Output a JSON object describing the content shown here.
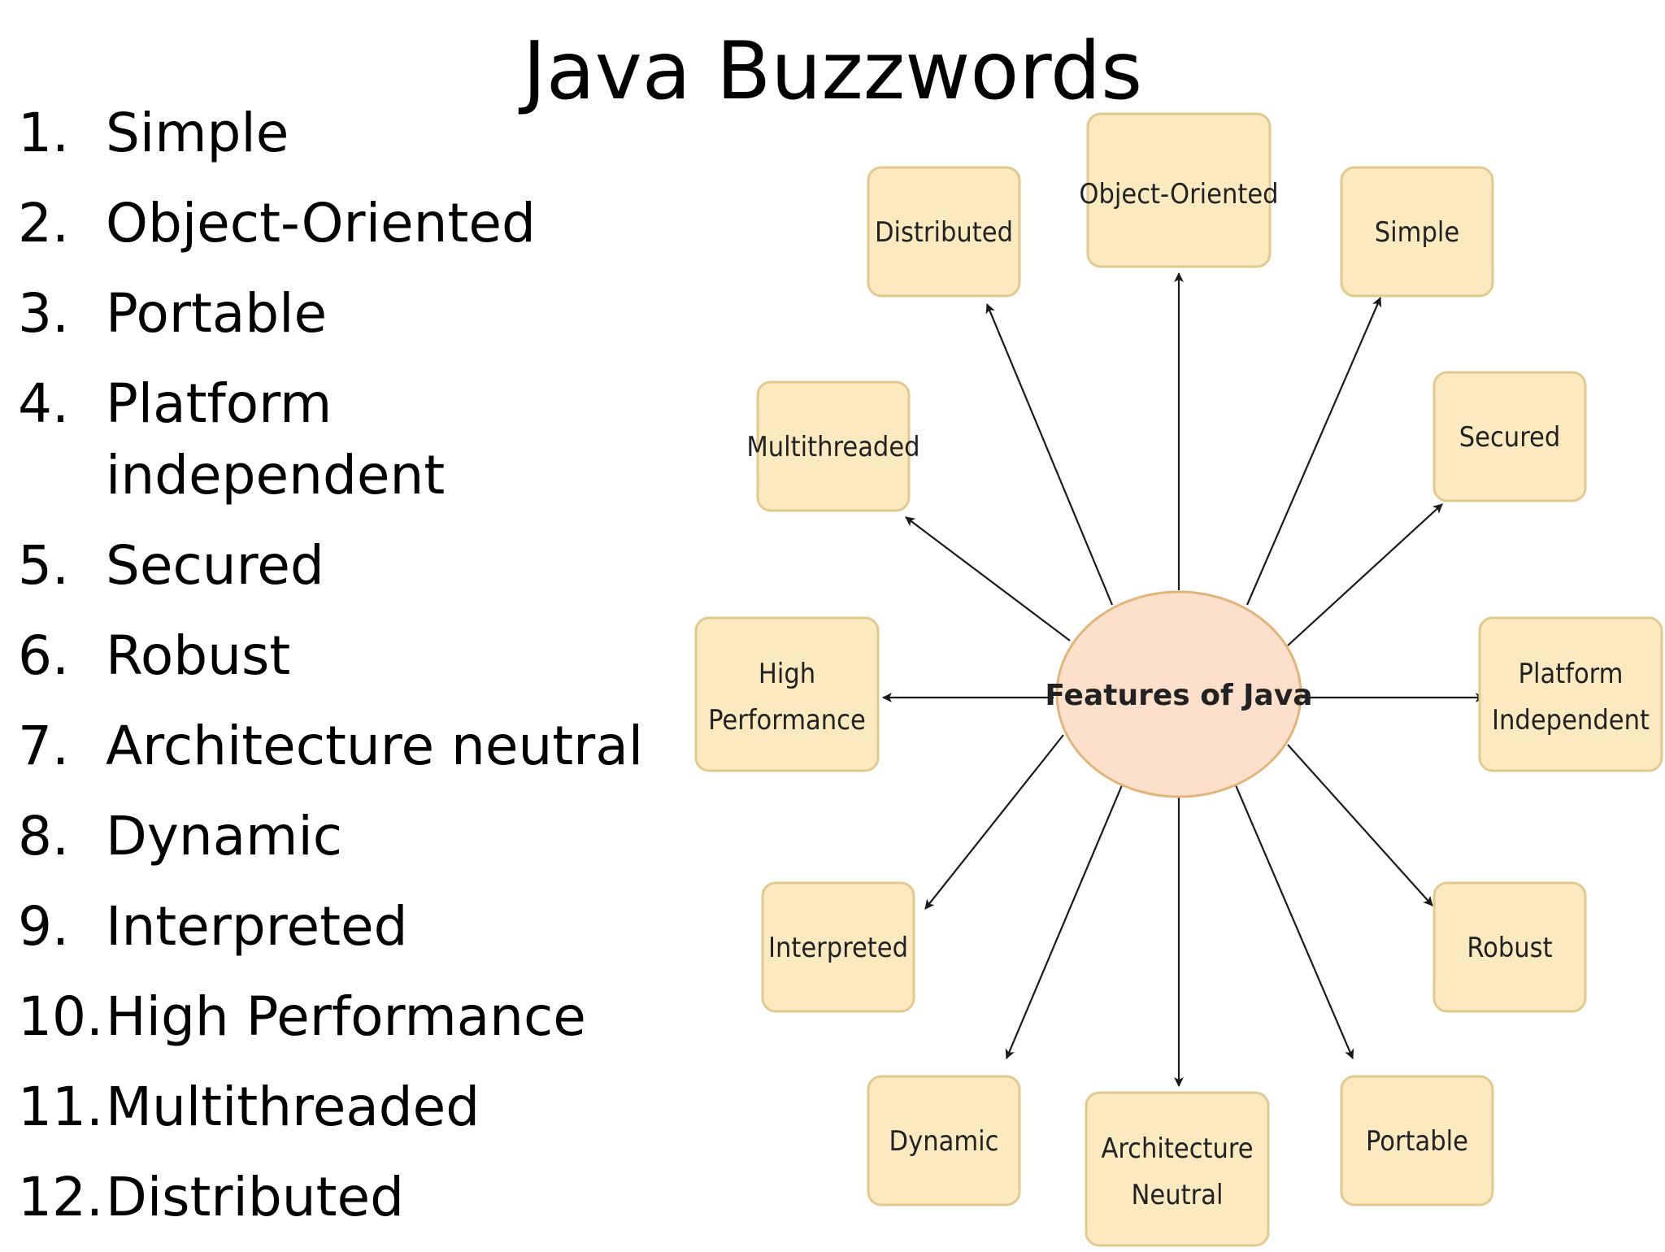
{
  "title": "Java Buzzwords",
  "list": [
    {
      "num": "1.",
      "text": "Simple"
    },
    {
      "num": "2.",
      "text": "Object-Oriented"
    },
    {
      "num": "3.",
      "text": "Portable"
    },
    {
      "num": "4.",
      "text": "Platform independent"
    },
    {
      "num": "5.",
      "text": "Secured"
    },
    {
      "num": "6.",
      "text": "Robust"
    },
    {
      "num": "7.",
      "text": "Architecture neutral"
    },
    {
      "num": "8.",
      "text": "Dynamic"
    },
    {
      "num": "9.",
      "text": "Interpreted"
    },
    {
      "num": "10.",
      "text": "High Performance"
    },
    {
      "num": "11.",
      "text": "Multithreaded"
    },
    {
      "num": "12.",
      "text": "Distributed"
    }
  ],
  "diagram": {
    "center": "Features of Java",
    "nodes": {
      "object_oriented": "Object-Oriented",
      "distributed": "Distributed",
      "simple": "Simple",
      "multithreaded": "Multithreaded",
      "secured": "Secured",
      "high_performance": [
        "High",
        "Performance"
      ],
      "platform_independent": [
        "Platform",
        "Independent"
      ],
      "interpreted": "Interpreted",
      "robust": "Robust",
      "dynamic": "Dynamic",
      "architecture_neutral": [
        "Architecture",
        "Neutral"
      ],
      "portable": "Portable"
    },
    "colors": {
      "node_fill": "#fbe9bf",
      "node_border": "#e2c98f",
      "center_fill": "#fde0cc",
      "center_border": "#e3b47a"
    }
  }
}
